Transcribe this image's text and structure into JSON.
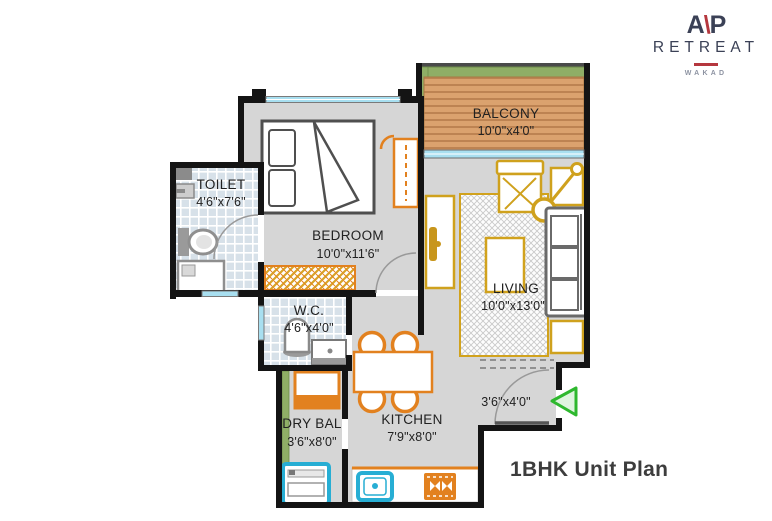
{
  "brand": {
    "monogram": [
      "A",
      "\\",
      "P"
    ],
    "name": "RETREAT",
    "location": "WAKAD"
  },
  "plan_title": "1BHK Unit Plan",
  "rooms": {
    "balcony": {
      "name": "BALCONY",
      "dims": "10'0\"x4'0\""
    },
    "toilet": {
      "name": "TOILET",
      "dims": "4'6\"x7'6\""
    },
    "bedroom": {
      "name": "BEDROOM",
      "dims": "10'0\"x11'6\""
    },
    "living": {
      "name": "LIVING",
      "dims": "10'0\"x13'0\""
    },
    "wc": {
      "name": "W.C.",
      "dims": "4'6\"x4'0\""
    },
    "kitchen": {
      "name": "KITCHEN",
      "dims": "7'9\"x8'0\""
    },
    "dry_balcony": {
      "name": "DRY BAL",
      "dims": "3'6\"x8'0\""
    },
    "entry": {
      "dims": "3'6\"x4'0\""
    }
  },
  "colors": {
    "wall": "#141414",
    "floor_gray": "#d6d6d6",
    "tile_blue": "#d7e1e9",
    "window_cyan": "#a8dff0",
    "deck_tan": "#dba26e",
    "green_edge": "#8fae66",
    "furniture_orange": "#e2811f",
    "furniture_gold": "#cfa11d",
    "appliance_cyan": "#27aed4",
    "entry_arrow_green": "#2eb82e",
    "logo_navy": "#3b4156",
    "logo_red": "#b5373e"
  }
}
